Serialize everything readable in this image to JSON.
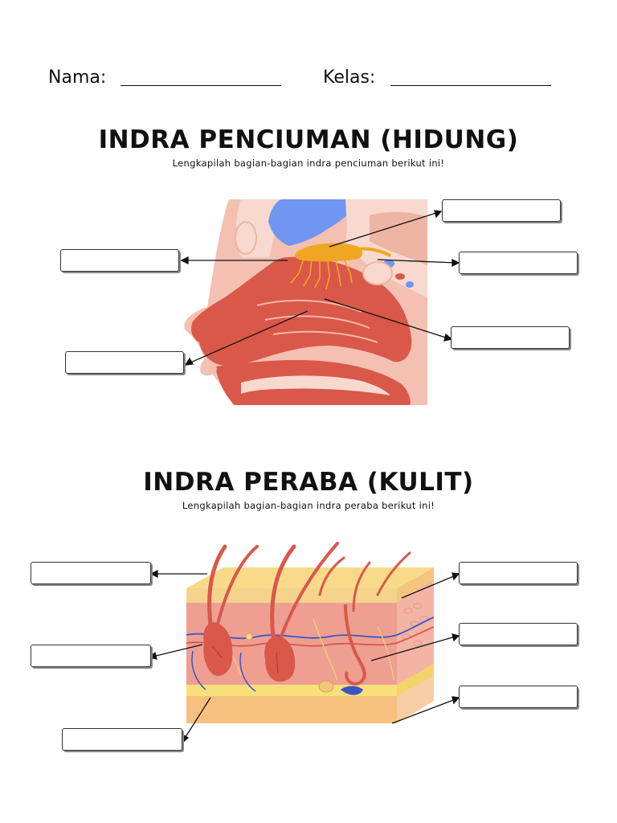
{
  "header": {
    "nama_label": "Nama:",
    "kelas_label": "Kelas:"
  },
  "section_smell": {
    "title": "INDRA PENCIUMAN (HIDUNG)",
    "instruction": "Lengkapilah bagian-bagian indra penciuman berikut ini!"
  },
  "section_touch": {
    "title": "INDRA PERABA (KULIT)",
    "instruction": "Lengkapilah bagian-bagian indra peraba berikut ini!"
  }
}
